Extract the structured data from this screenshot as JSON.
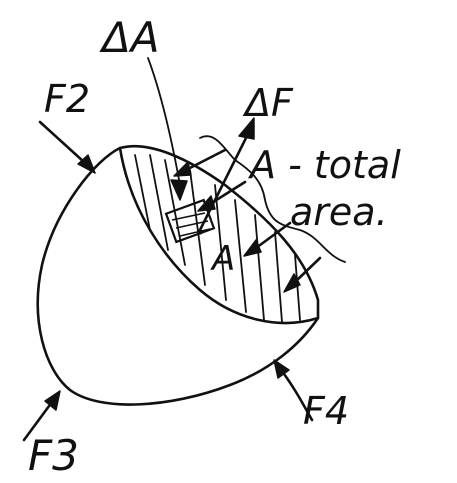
{
  "figure": {
    "labels": {
      "delta_a": "ΔA",
      "f2": "F2",
      "delta_f": "ΔF",
      "a_total_area_line1": "A - total",
      "a_total_area_line2": "area.",
      "a_section": "A",
      "f3": "F3",
      "f4": "F4"
    },
    "ink_color": "#111111",
    "background_color": "#ffffff"
  }
}
